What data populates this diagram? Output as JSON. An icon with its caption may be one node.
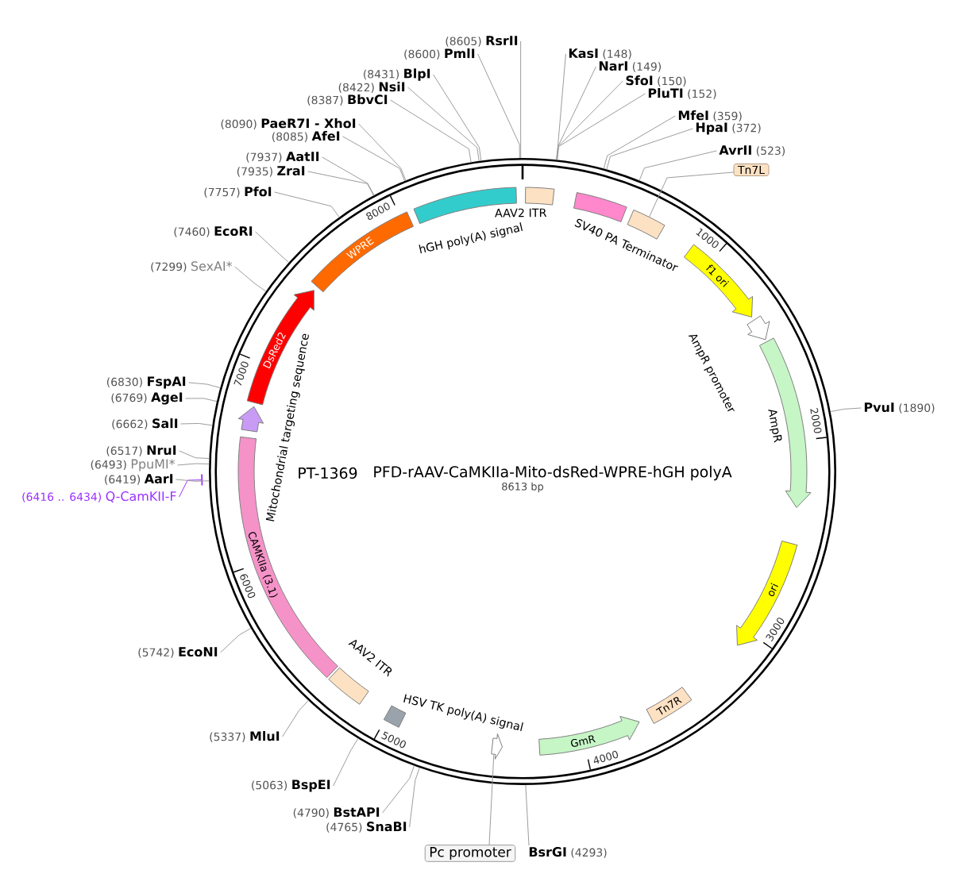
{
  "diagram": {
    "nodes": [
      {
        "text": [
          "PT-1369",
          "PFD-rAAV-CaMKIIa-Mito-dsRed-WPRE-hGH polyA",
          "8613 bp"
        ]
      },
      {
        "text": [
          "AAV2 ITR"
        ],
        "in": 0
      },
      {
        "text": [
          "SV40 PA Terminator"
        ],
        "in": 0
      },
      {
        "text": [],
        "shape": "box",
        "in": 0
      },
      {
        "text": [
          "f1 ori"
        ],
        "in": 0
      },
      {
        "text": [
          "AmpR promoter"
        ],
        "in": 0
      },
      {
        "text": [
          "AmpR"
        ],
        "in": 0
      },
      {
        "text": [
          "ori"
        ],
        "in": 0
      },
      {
        "text": [
          "Tn7R"
        ],
        "in": 0
      },
      {
        "text": [
          "GmR"
        ],
        "in": 0
      },
      {
        "text": [],
        "shape": "arrow",
        "in": 0
      },
      {
        "text": [
          "HSV TK poly(A) signal"
        ],
        "in": 0
      },
      {
        "text": [
          "AAV2 ITR"
        ],
        "in": 0
      },
      {
        "text": [
          "CAMKIIa (3.1)"
        ],
        "in": 0
      },
      {
        "text": [
          "Mitochondrial targeting sequence"
        ],
        "in": 0
      },
      {
        "text": [
          "DsRed2"
        ],
        "in": 0
      },
      {
        "text": [
          "WPRE"
        ],
        "in": 0
      },
      {
        "text": [
          "hGH poly(A) signal"
        ],
        "in": 0
      },
      {
        "text": [
          "Tn7L"
        ]
      },
      {
        "text": [
          "Pc promoter"
        ]
      },
      {
        "text": [
          "KasI",
          "(148)"
        ]
      },
      {
        "text": [
          "NarI",
          "(149)"
        ]
      },
      {
        "text": [
          "SfoI",
          "(150)"
        ]
      },
      {
        "text": [
          "PluTI",
          "(152)"
        ]
      },
      {
        "text": [
          "MfeI",
          "(359)"
        ]
      },
      {
        "text": [
          "HpaI",
          "(372)"
        ]
      },
      {
        "text": [
          "AvrII",
          "(523)"
        ]
      },
      {
        "text": [
          "PvuI",
          "(1890)"
        ]
      },
      {
        "text": [
          "BsrGI",
          "(4293)"
        ]
      },
      {
        "text": [
          "(4765)",
          "SnaBI"
        ]
      },
      {
        "text": [
          "(4790)",
          "BstAPI"
        ]
      },
      {
        "text": [
          "(5063)",
          "BspEI"
        ]
      },
      {
        "text": [
          "(5337)",
          "MluI"
        ]
      },
      {
        "text": [
          "(5742)",
          "EcoNI"
        ]
      },
      {
        "text": [
          "(6416 .. 6434)",
          "Q-CamKII-F"
        ]
      },
      {
        "text": [
          "(6419)",
          "AarI"
        ]
      },
      {
        "text": [
          "(6493)",
          "PpuMI*"
        ]
      },
      {
        "text": [
          "(6517)",
          "NruI"
        ]
      },
      {
        "text": [
          "(6662)",
          "SalI"
        ]
      },
      {
        "text": [
          "(6769)",
          "AgeI"
        ]
      },
      {
        "text": [
          "(6830)",
          "FspAI"
        ]
      },
      {
        "text": [
          "(7299)",
          "SexAI*"
        ]
      },
      {
        "text": [
          "(7460)",
          "EcoRI"
        ]
      },
      {
        "text": [
          "(7757)",
          "PfoI"
        ]
      },
      {
        "text": [
          "(7935)",
          "ZraI"
        ]
      },
      {
        "text": [
          "(7937)",
          "AatII"
        ]
      },
      {
        "text": [
          "(8085)",
          "AfeI"
        ]
      },
      {
        "text": [
          "(8090)",
          "PaeR7I - XhoI"
        ]
      },
      {
        "text": [
          "(8387)",
          "BbvCI"
        ]
      },
      {
        "text": [
          "(8422)",
          "NsiI"
        ]
      },
      {
        "text": [
          "(8431)",
          "BlpI"
        ]
      },
      {
        "text": [
          "(8600)",
          "PmlI"
        ]
      },
      {
        "text": [
          "(8605)",
          "RsrII"
        ]
      }
    ],
    "edges": [
      {
        "from": 18,
        "to": 3,
        "arrow": "none"
      },
      {
        "from": 19,
        "to": 10,
        "arrow": "none"
      },
      {
        "from": 20,
        "to": 0,
        "arrow": "none"
      },
      {
        "from": 21,
        "to": 0,
        "arrow": "none"
      },
      {
        "from": 22,
        "to": 0,
        "arrow": "none"
      },
      {
        "from": 23,
        "to": 0,
        "arrow": "none"
      },
      {
        "from": 24,
        "to": 0,
        "arrow": "none"
      },
      {
        "from": 25,
        "to": 0,
        "arrow": "none"
      },
      {
        "from": 26,
        "to": 0,
        "arrow": "none"
      },
      {
        "from": 27,
        "to": 0,
        "arrow": "none"
      },
      {
        "from": 28,
        "to": 0,
        "arrow": "none"
      },
      {
        "from": 29,
        "to": 0,
        "arrow": "none"
      },
      {
        "from": 30,
        "to": 0,
        "arrow": "none"
      },
      {
        "from": 31,
        "to": 0,
        "arrow": "none"
      },
      {
        "from": 32,
        "to": 0,
        "arrow": "none"
      },
      {
        "from": 33,
        "to": 0,
        "arrow": "none"
      },
      {
        "from": 34,
        "to": 0,
        "arrow": "other",
        "color": "#9b30ff"
      },
      {
        "from": 35,
        "to": 0,
        "arrow": "none"
      },
      {
        "from": 36,
        "to": 0,
        "arrow": "none"
      },
      {
        "from": 37,
        "to": 0,
        "arrow": "none"
      },
      {
        "from": 38,
        "to": 0,
        "arrow": "none"
      },
      {
        "from": 39,
        "to": 0,
        "arrow": "none"
      },
      {
        "from": 40,
        "to": 0,
        "arrow": "none"
      },
      {
        "from": 41,
        "to": 0,
        "arrow": "none"
      },
      {
        "from": 42,
        "to": 0,
        "arrow": "none"
      },
      {
        "from": 43,
        "to": 0,
        "arrow": "none"
      },
      {
        "from": 44,
        "to": 0,
        "arrow": "none"
      },
      {
        "from": 45,
        "to": 0,
        "arrow": "none"
      },
      {
        "from": 46,
        "to": 0,
        "arrow": "none"
      },
      {
        "from": 47,
        "to": 0,
        "arrow": "none"
      },
      {
        "from": 48,
        "to": 0,
        "arrow": "none"
      },
      {
        "from": 49,
        "to": 0,
        "arrow": "none"
      },
      {
        "from": 50,
        "to": 0,
        "arrow": "none"
      },
      {
        "from": 51,
        "to": 0,
        "arrow": "none"
      },
      {
        "from": 52,
        "to": 0,
        "arrow": "none"
      }
    ],
    "labels": [
      "1000",
      "2000",
      "3000",
      "4000",
      "5000",
      "6000",
      "7000",
      "8000"
    ]
  }
}
